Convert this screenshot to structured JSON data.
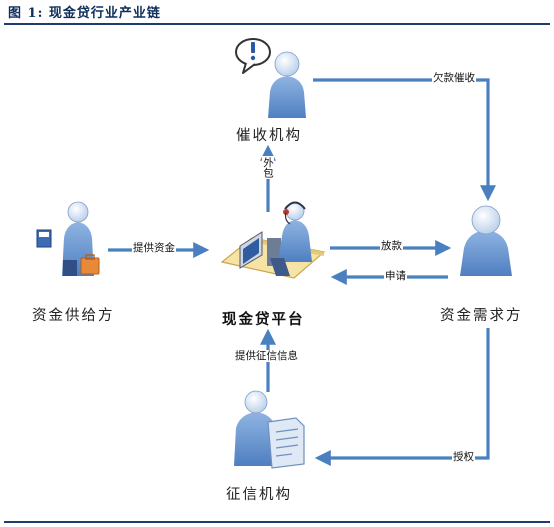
{
  "figure": {
    "title": "图 1:  现金贷行业产业链"
  },
  "nodes": {
    "collection_agency": "催收机构",
    "platform": "现金贷平台",
    "fund_supplier": "资金供给方",
    "borrower": "资金需求方",
    "credit_agency": "征信机构"
  },
  "edges": {
    "overdue_collection": "欠款催收",
    "outsourcing": "外包",
    "provide_funds": "提供资金",
    "loan_out": "放款",
    "apply": "申请",
    "provide_credit_info": "提供征信信息",
    "authorize": "授权"
  },
  "colors": {
    "arrow": "#4a7fc0",
    "person_body": "#6e9ad1",
    "person_head": "#dbe7f5",
    "desk": "#f6e4a6",
    "accent_orange": "#e8893a",
    "rule": "#1c3d6e"
  },
  "icons": {
    "collection_agency": "person-with-alert-bubble-icon",
    "platform": "operator-at-computer-icon",
    "fund_supplier": "person-with-briefcase-icon",
    "borrower": "person-icon",
    "credit_agency": "person-with-document-icon"
  }
}
